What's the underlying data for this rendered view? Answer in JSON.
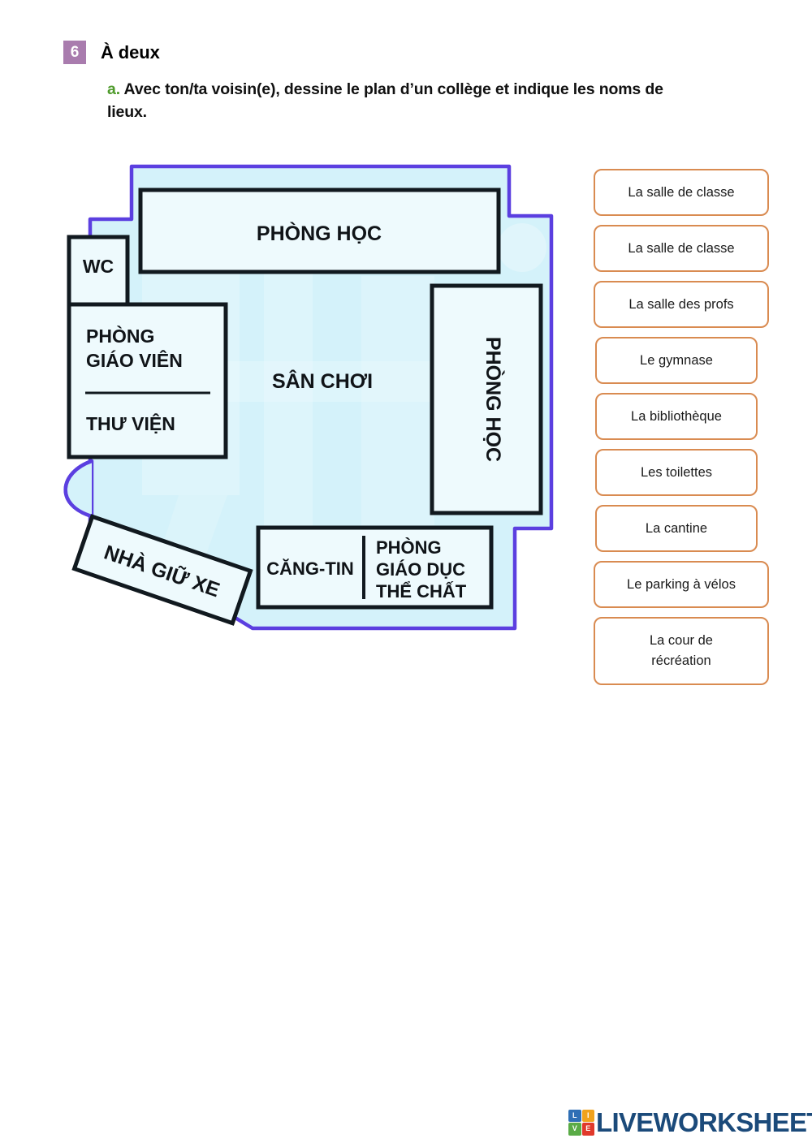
{
  "exercise": {
    "number": "6",
    "title": "À deux",
    "task_letter": "a.",
    "task_text": "Avec ton/ta voisin(e), dessine le plan d’un collège et indique les noms de lieux.",
    "number_badge_color": "#a97cae",
    "letter_color": "#4f9b2c"
  },
  "plan": {
    "outline_color": "#5b3fe0",
    "fill_color": "#d4f2fa",
    "room_border_color": "#11191f",
    "room_fill_color": "#eefafd",
    "rooms": [
      {
        "id": "classroom-top",
        "label": "PHÒNG HỌC",
        "orientation": "horizontal"
      },
      {
        "id": "wc",
        "label": "WC",
        "orientation": "horizontal"
      },
      {
        "id": "staff-room",
        "label_line_1": "PHÒNG",
        "label_line_2": "GIÁO VIÊN",
        "orientation": "horizontal"
      },
      {
        "id": "library",
        "label": "THƯ VIỆN",
        "orientation": "horizontal"
      },
      {
        "id": "playground",
        "label": "SÂN CHƠI",
        "orientation": "horizontal"
      },
      {
        "id": "classroom-right",
        "label": "PHÒNG HỌC",
        "orientation": "vertical"
      },
      {
        "id": "bike-shed",
        "label": "NHÀ GIỮ XE",
        "orientation": "rotated"
      },
      {
        "id": "canteen",
        "label": "CĂNG-TIN",
        "orientation": "horizontal"
      },
      {
        "id": "pe-room",
        "label_line_1": "PHÒNG",
        "label_line_2": "GIÁO DỤC",
        "label_line_3": "THỂ CHẤT",
        "orientation": "horizontal"
      }
    ]
  },
  "options": {
    "border_color": "#d98b51",
    "items": [
      {
        "label": "La salle de classe"
      },
      {
        "label": "La salle de classe"
      },
      {
        "label": "La salle des profs"
      },
      {
        "label": "Le gymnase"
      },
      {
        "label": "La bibliothèque"
      },
      {
        "label": "Les toilettes"
      },
      {
        "label": "La cantine"
      },
      {
        "label": "Le parking à vélos"
      },
      {
        "label_line_1": "La cour de",
        "label_line_2": "récréation"
      }
    ]
  },
  "footer": {
    "brand": "LIVEWORKSHEETS",
    "logo_letters": [
      "L",
      "I",
      "V",
      "E"
    ],
    "brand_color": "#1b4a7a"
  }
}
